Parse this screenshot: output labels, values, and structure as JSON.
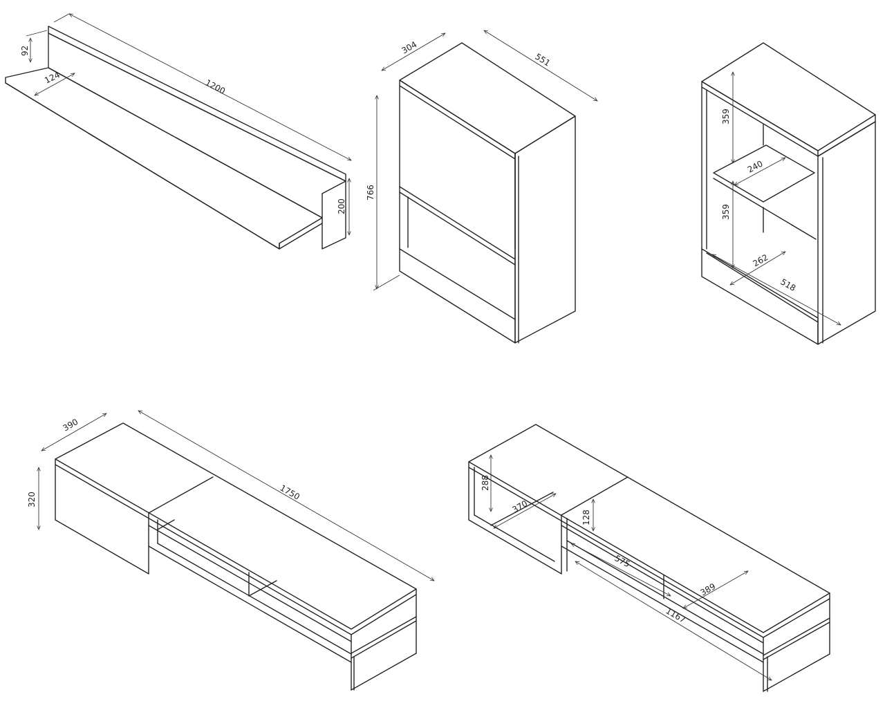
{
  "colors": {
    "line": "#222222",
    "background": "#ffffff"
  },
  "items": [
    {
      "id": "wall-shelf",
      "dimensions": {
        "depth_top": "92",
        "shelf_depth": "124",
        "length": "1200",
        "height": "200"
      }
    },
    {
      "id": "cabinet",
      "dimensions": {
        "depth": "304",
        "width": "551",
        "height": "766"
      }
    },
    {
      "id": "open-bookcase",
      "dimensions": {
        "upper_height": "359",
        "shelf_depth": "240",
        "lower_height": "359",
        "inner_depth": "262",
        "inner_width": "518"
      }
    },
    {
      "id": "tv-stand-closed",
      "dimensions": {
        "depth": "390",
        "length": "1750",
        "height": "320"
      }
    },
    {
      "id": "tv-stand-open",
      "dimensions": {
        "left_height": "288",
        "left_depth": "370",
        "mid_height": "128",
        "compartment_width": "575",
        "inner_depth": "389",
        "inner_length": "1167"
      }
    }
  ]
}
